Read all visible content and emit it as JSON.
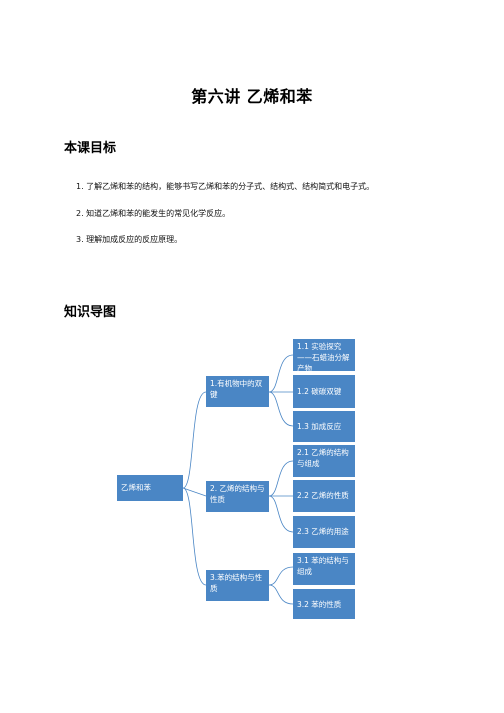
{
  "doc": {
    "title": "第六讲  乙烯和苯",
    "objectives_heading": "本课目标",
    "objectives": [
      "1.  了解乙烯和苯的结构，能够书写乙烯和苯的分子式、结构式、结构简式和电子式。",
      "2.  知道乙烯和苯的能发生的常见化学反应。",
      "3.  理解加成反应的反应原理。"
    ],
    "map_heading": "知识导图"
  },
  "mindmap": {
    "root": "乙烯和苯",
    "branches": [
      {
        "label": "1.有机物中的双键",
        "leaves": [
          "1.1 实验探究——石蜡油分解产物",
          "1.2 碳碳双键",
          "1.3 加成反应"
        ]
      },
      {
        "label": "2. 乙烯的结构与性质",
        "leaves": [
          "2.1 乙烯的结构与组成",
          "2.2 乙烯的性质",
          "2.3 乙烯的用途"
        ]
      },
      {
        "label": "3.苯的结构与性质",
        "leaves": [
          "3.1 苯的结构与组成",
          "3.2 苯的性质"
        ]
      }
    ],
    "node_color": "#4a86c5",
    "line_color": "#4a86c5"
  }
}
